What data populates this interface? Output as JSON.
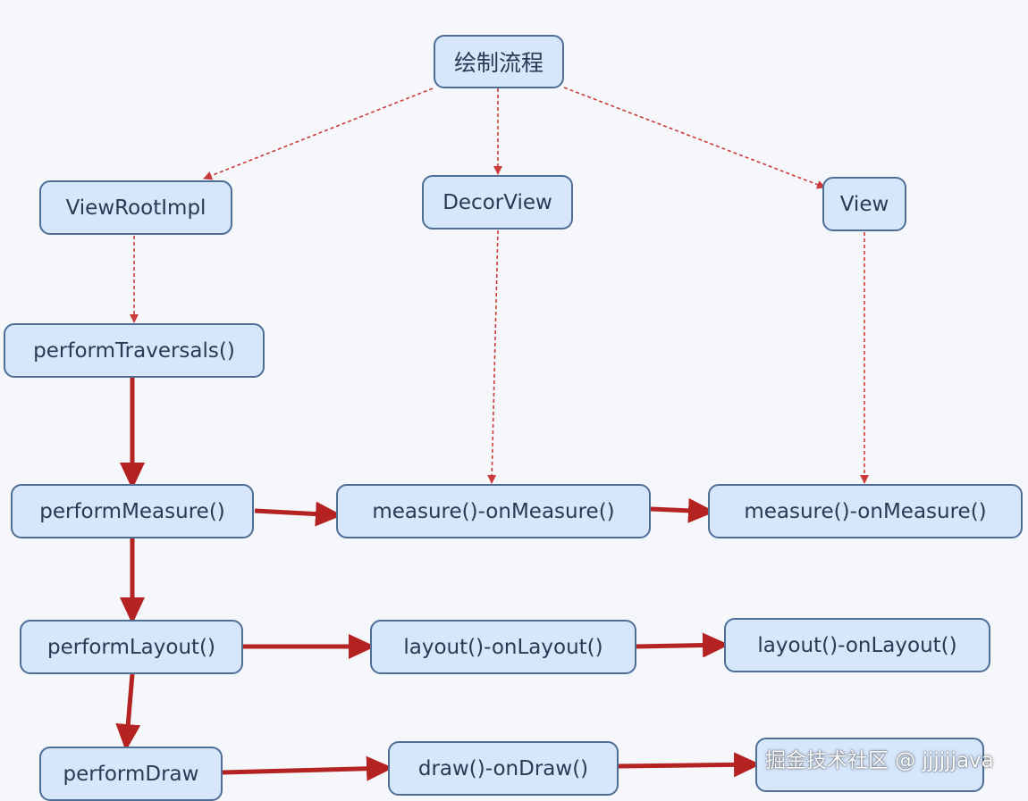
{
  "diagram": {
    "root": "绘制流程",
    "view_root_impl": "ViewRootImpl",
    "decor_view": "DecorView",
    "view": "View",
    "perform_traversals": "performTraversals()",
    "perform_measure": "performMeasure()",
    "decor_measure": "measure()-onMeasure()",
    "view_measure": "measure()-onMeasure()",
    "perform_layout": "performLayout()",
    "decor_layout": "layout()-onLayout()",
    "view_layout": "layout()-onLayout()",
    "perform_draw": "performDraw",
    "decor_draw": "draw()-onDraw()"
  },
  "watermark": "掘金技术社区 @ jjjjjjava",
  "colors": {
    "node_fill": "#d6e6fb",
    "node_border": "#4e6e96",
    "arrow_dashed": "#cc3b3b",
    "arrow_solid": "#b52222"
  }
}
